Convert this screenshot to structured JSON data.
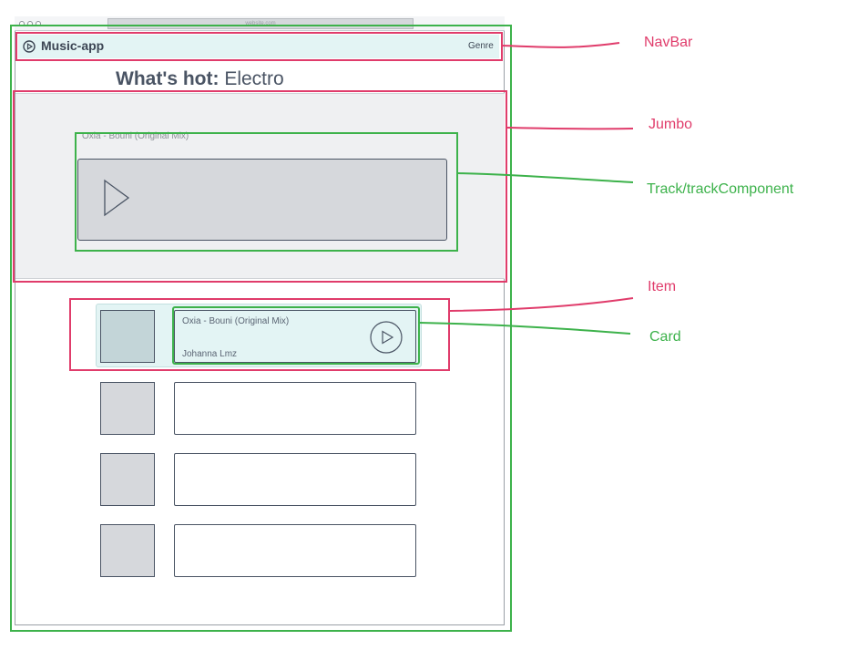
{
  "browser": {
    "address": "website.com"
  },
  "navbar": {
    "title": "Music-app",
    "genre_link": "Genre"
  },
  "heading": {
    "bold": "What's hot:",
    "genre": "Electro"
  },
  "jumbo": {
    "track_title": "Oxia - Bouni (Original Mix)"
  },
  "item": {
    "card_title": "Oxia - Bouni (Original Mix)",
    "card_artist": "Johanna Lmz"
  },
  "annotations": {
    "navbar": "NavBar",
    "jumbo": "Jumbo",
    "track": "Track/trackComponent",
    "item": "Item",
    "card": "Card"
  },
  "colors": {
    "annotation_pink": "#e03c6b",
    "annotation_green": "#3db24b",
    "navbar_bg": "#e3f4f4",
    "jumbo_bg": "#eff0f2"
  }
}
